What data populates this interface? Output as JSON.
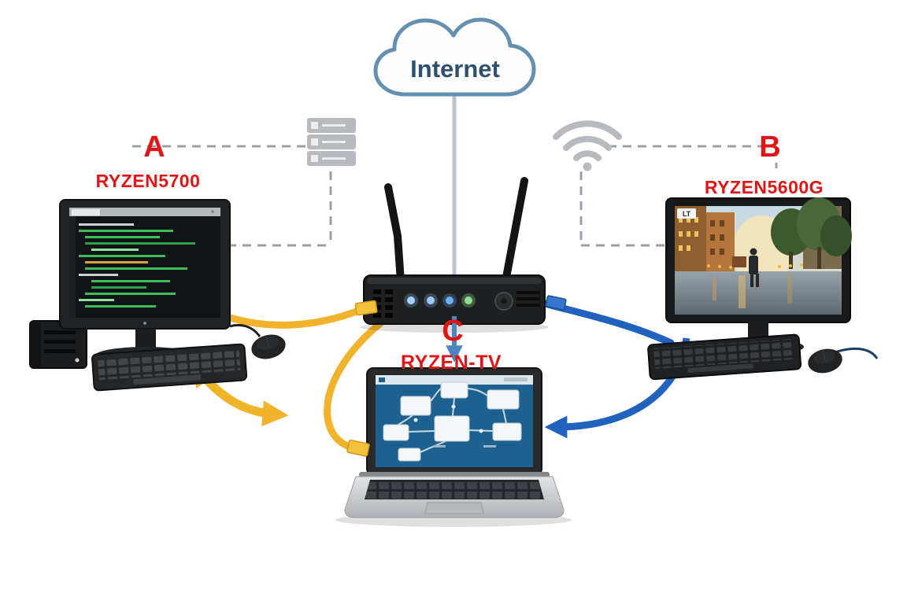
{
  "cloud": {
    "label": "Internet"
  },
  "computers": {
    "a": {
      "letter": "A",
      "name": "RYZEN5700"
    },
    "b": {
      "letter": "B",
      "name": "RYZEN5600G"
    },
    "c": {
      "letter": "C",
      "name": "RYZEN-TV"
    }
  },
  "monitor_b": {
    "logo": "LT"
  },
  "colors": {
    "label_red": "#e01515",
    "cable_yellow": "#f0b32b",
    "cable_blue": "#2062bd",
    "arrow_steel_blue": "#4e86bf",
    "cloud_outline": "#6690b0",
    "dashed_gray": "#9aa0a5",
    "terminal_green": "#43bd5b"
  }
}
